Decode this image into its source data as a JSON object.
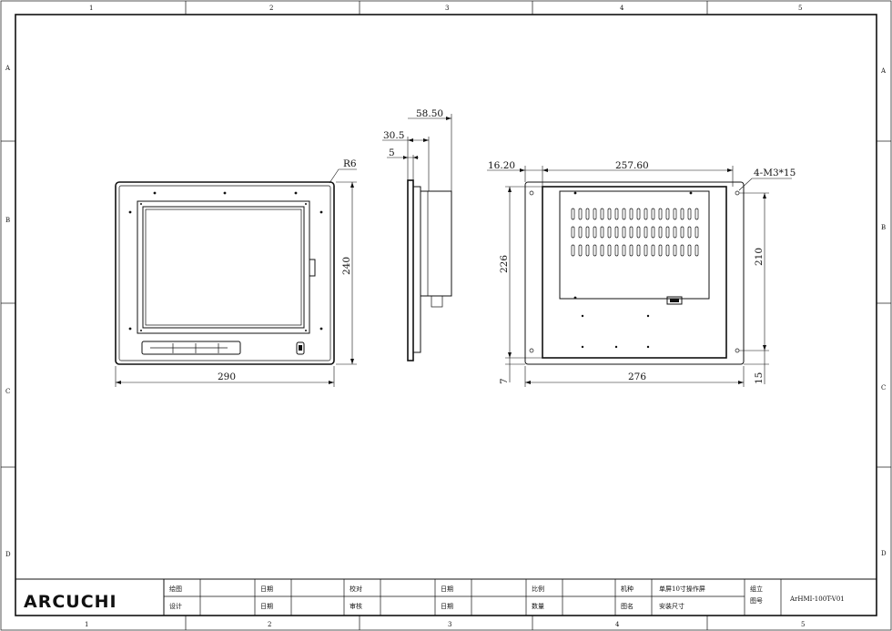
{
  "zones": {
    "columns": [
      "1",
      "2",
      "3",
      "4",
      "5"
    ],
    "rows": [
      "A",
      "B",
      "C",
      "D"
    ]
  },
  "dimensions": {
    "front_width": "290",
    "front_height": "240",
    "corner_radius": "R6",
    "side_depth_total": "58.50",
    "side_depth_mid": "30.5",
    "side_depth_small": "5",
    "rear_offset": "16.20",
    "rear_width_inner": "257.60",
    "rear_screws": "4-M3*15",
    "rear_height_outer": "226",
    "rear_height_inner": "210",
    "rear_bottom_offset": "7",
    "rear_width_outer": "276",
    "rear_bottom_margin": "15"
  },
  "title_block": {
    "logo": "ARCUCHI",
    "row1": {
      "drawn_label": "绘图",
      "date1_label": "日期",
      "check_label": "校对",
      "date2_label": "日期",
      "scale_label": "比例",
      "model_label": "机种",
      "model_value": "单屏10寸操作屏",
      "group_label": "组立"
    },
    "row2": {
      "design_label": "设计",
      "date1_label": "日期",
      "review_label": "审核",
      "date2_label": "日期",
      "qty_label": "数量",
      "name_label": "图名",
      "name_value": "安装尺寸",
      "drawing_no_label": "图号"
    },
    "drawing_number": "ArHMI-100T-V01"
  }
}
